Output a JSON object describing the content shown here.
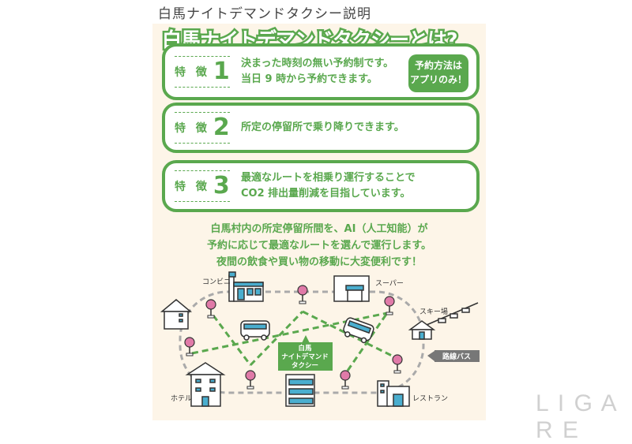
{
  "header": {
    "title": "白馬ナイトデマンドタクシー説明"
  },
  "poster": {
    "title": "白馬ナイトデマンドタクシーとは?",
    "features": [
      {
        "label": "特 徴",
        "number": "1",
        "lines": [
          "決まった時刻の無い予約制です。",
          "当日 9 時から予約できます。"
        ]
      },
      {
        "label": "特 徴",
        "number": "2",
        "lines": [
          "所定の停留所で乗り降りできます。"
        ]
      },
      {
        "label": "特 徴",
        "number": "3",
        "lines": [
          "最適なルートを相乗り運行することで",
          "CO2 排出量削減を目指しています。"
        ]
      }
    ],
    "badge": [
      "予約方法は",
      "アプリのみ！"
    ],
    "description": [
      "白馬村内の所定停留所間を、AI（人工知能）が",
      "予約に応じて最適なルートを選んで運行します。",
      "夜間の飲食や買い物の移動に大変便利です！"
    ],
    "map": {
      "places": {
        "convenience": "コンビニ",
        "super": "スーパー",
        "ski": "スキー場",
        "hotel": "ホテル",
        "restaurant": "レストラン"
      },
      "taxi_label": [
        "白馬",
        "ナイトデマンド",
        "タクシー"
      ],
      "bus_label": "路線バス"
    }
  },
  "watermark": "LIGARE",
  "colors": {
    "green": "#5aa84e",
    "pin": "#e07aa8",
    "bg": "#fdf5e8"
  }
}
